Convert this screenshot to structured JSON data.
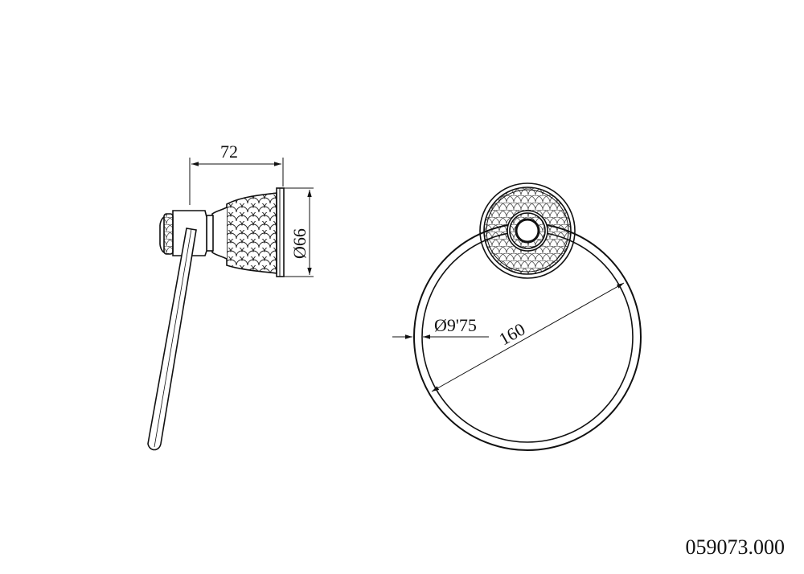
{
  "dimensions": {
    "width_label": "72",
    "height_label": "Ø66",
    "tube_label": "Ø9'75",
    "ring_label": "160"
  },
  "product_code": "059073.000"
}
